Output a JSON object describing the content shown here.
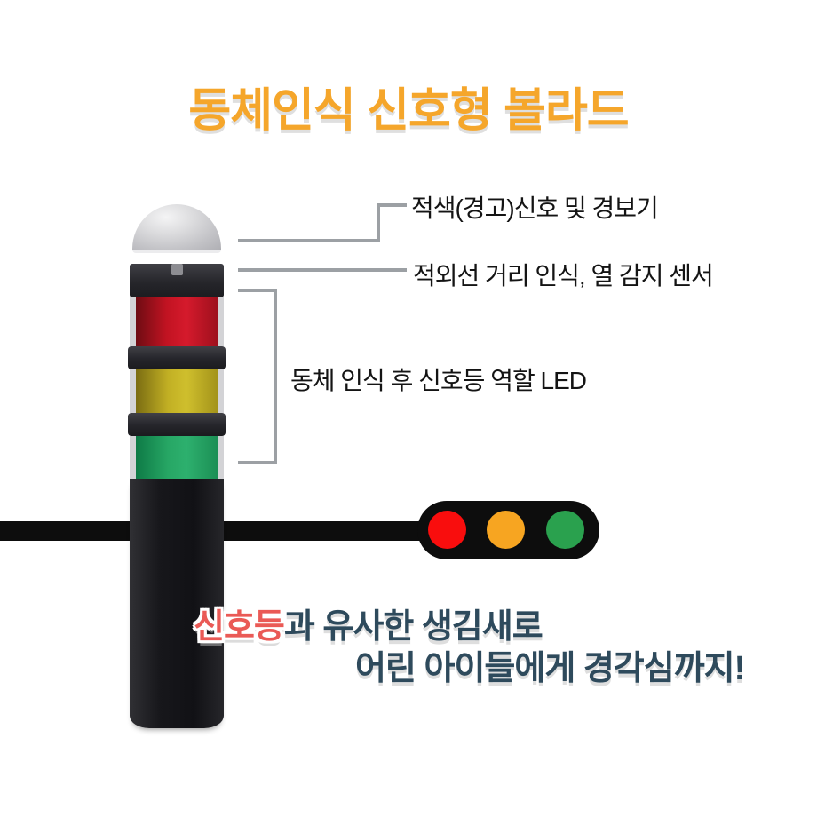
{
  "title": {
    "text": "동체인식 신호형 볼라드"
  },
  "callouts": [
    {
      "id": "warning-signal",
      "label": "적색(경고)신호 및 경보기"
    },
    {
      "id": "ir-sensor",
      "label": "적외선 거리 인식, 열 감지 센서"
    },
    {
      "id": "led-lights",
      "label": "동체 인식 후 신호등 역할 LED"
    }
  ],
  "bollard": {
    "parts": [
      "dome",
      "sensor-band",
      "red-light",
      "yellow-light",
      "green-light",
      "base"
    ]
  },
  "traffic_light": {
    "bulbs": [
      "red",
      "amber",
      "green"
    ]
  },
  "bottom": {
    "line1_highlight": "신호등",
    "line1_rest": "과 유사한 생김새로",
    "line2": "어린 아이들에게 경각심까지!"
  },
  "colors": {
    "title_orange": "#F5A62B",
    "highlight_red": "#EA5A56",
    "navy": "#2E4A5C",
    "callout_line_gray": "#9CA0A4",
    "bollard_red": "#C21322",
    "bollard_yellow": "#C2B024",
    "bollard_green": "#27A765",
    "traffic_red": "#F90D0D",
    "traffic_amber": "#F7A521",
    "traffic_green": "#2AA14E",
    "bar_black": "#0D0D0D"
  }
}
